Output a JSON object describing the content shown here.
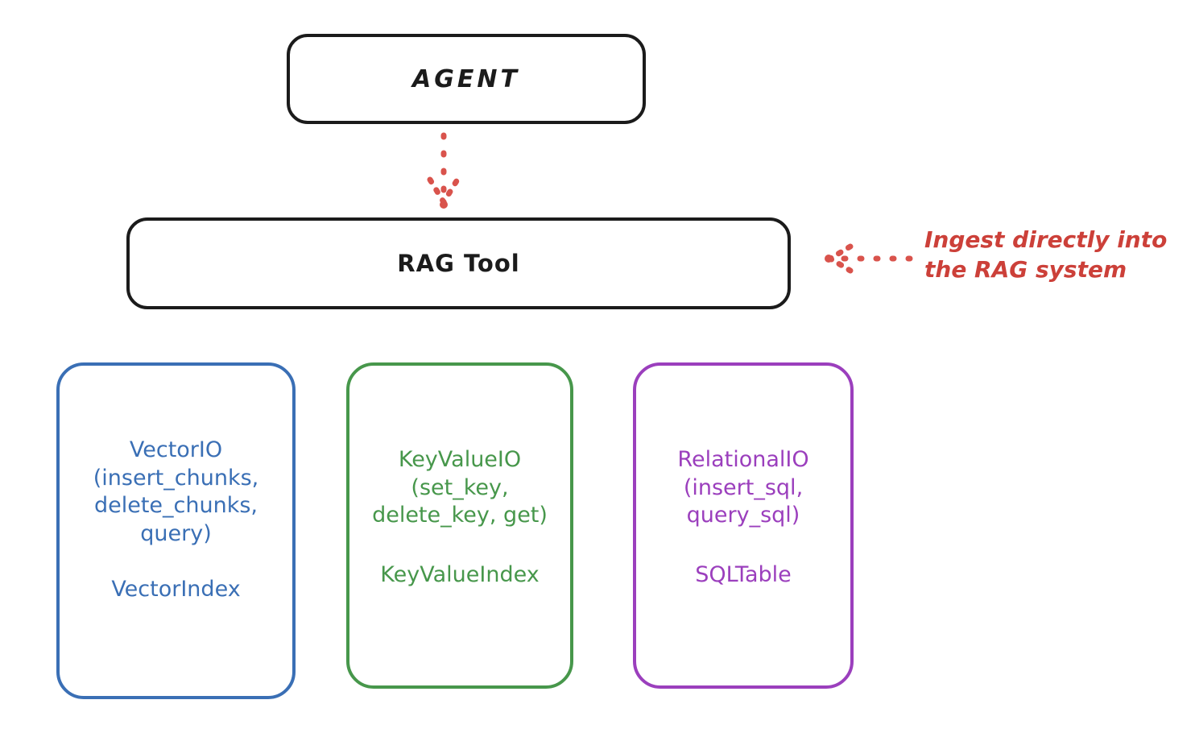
{
  "diagram": {
    "title_node": {
      "label": "AGENT"
    },
    "tool_node": {
      "label": "RAG Tool"
    },
    "annotation": {
      "text": "Ingest directly into\nthe RAG system",
      "color": "#cc4039"
    },
    "arrows": [
      {
        "name": "agent-to-rag-tool",
        "style": "dotted",
        "direction": "down",
        "color": "#d9534c"
      },
      {
        "name": "annotation-to-rag-tool",
        "style": "dotted",
        "direction": "left",
        "color": "#d9534c"
      }
    ],
    "providers": [
      {
        "name": "vectorio",
        "api": "VectorIO\n(insert_chunks,\ndelete_chunks,\nquery)",
        "index": "VectorIndex",
        "color": "#3a6fb5"
      },
      {
        "name": "keyvalueio",
        "api": "KeyValueIO\n(set_key,\ndelete_key, get)",
        "index": "KeyValueIndex",
        "color": "#47974b"
      },
      {
        "name": "relationalio",
        "api": "RelationalIO\n(insert_sql,\nquery_sql)",
        "index": "SQLTable",
        "color": "#9b3fbd"
      }
    ]
  }
}
